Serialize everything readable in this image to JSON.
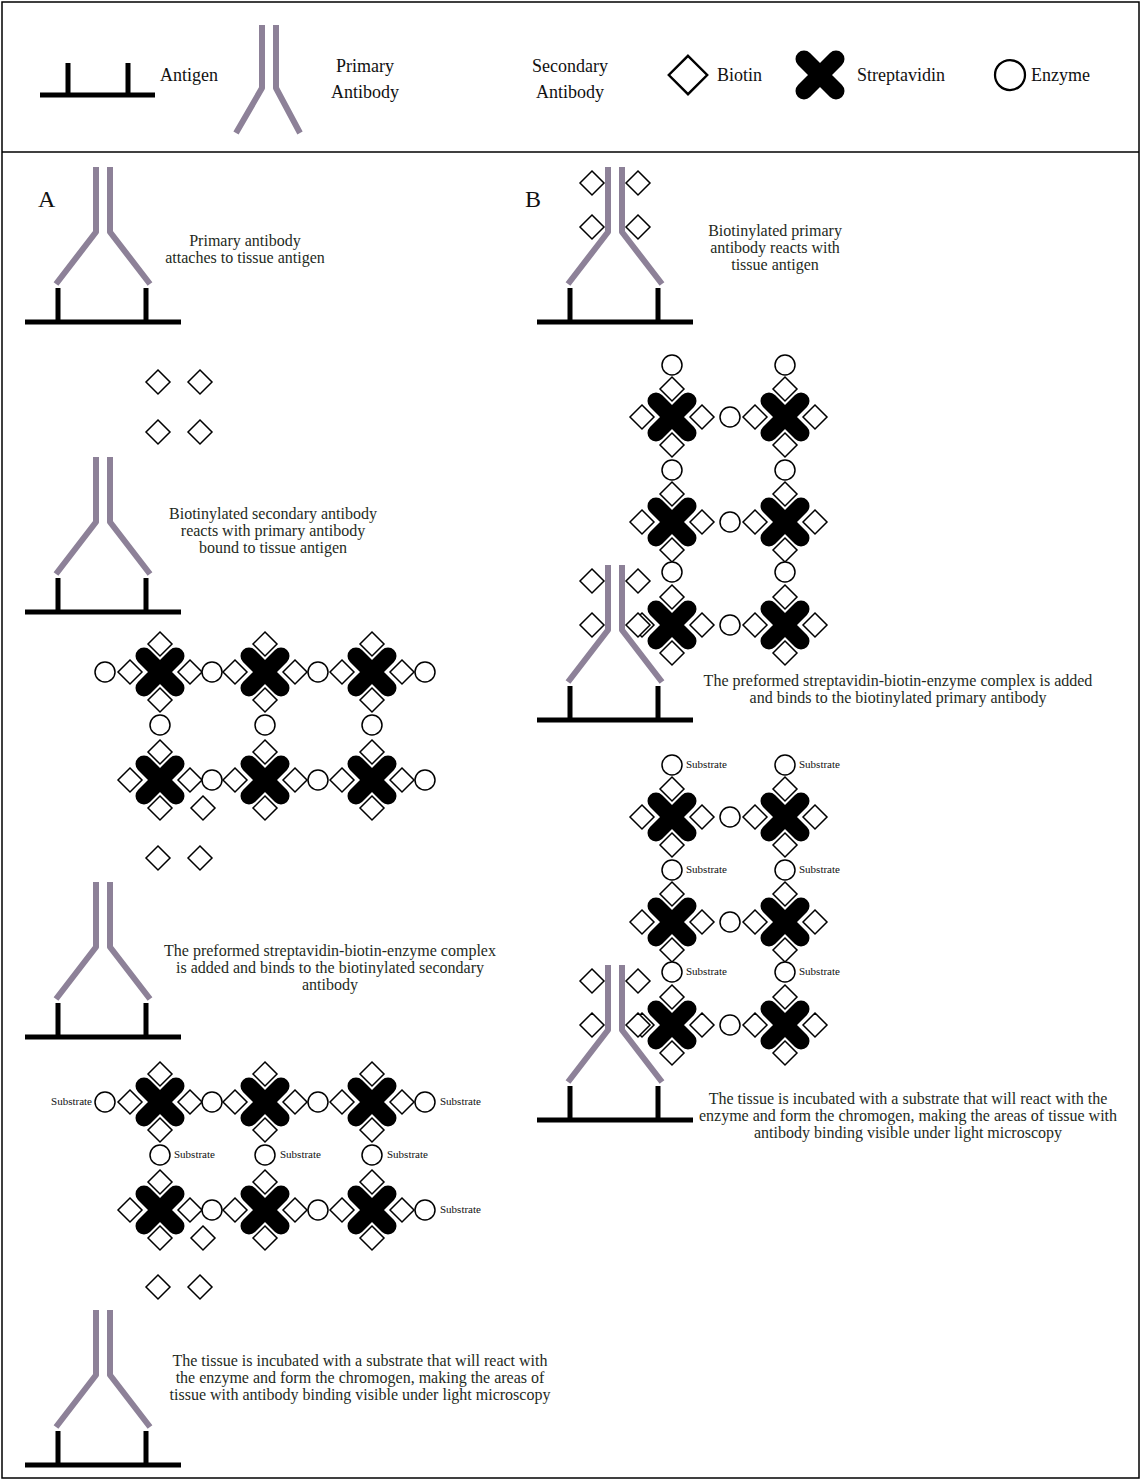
{
  "diagram": {
    "labels": [
      "A",
      "Primary antibody attaches to tissue antigen",
      "Biotinylated secondary antibody reacts with primary antibody bound to tissue antigen",
      "The preformed streptavidin-biotin-enzyme complex is added and binds to the biotinylated secondary antibody",
      "The tissue is incubated with a substrate that will react with the enzyme and form the chromogen, making the areas of tissue with antibody binding visible under light microscopy",
      "Substrate",
      "Substrate",
      "Substrate",
      "Substrate",
      "Substrate",
      "Substrate",
      "B",
      "Biotinylated primary antibody reacts with tissue antigen",
      "The preformed streptavidin-biotin-enzyme complex is added and binds to the biotinylated primary antibody",
      "The tissue is incubated with a substrate that will react with the enzyme and form the chromogen, making the areas of tissue with antibody binding visible under light microscopy",
      "Substrate",
      "Substrate",
      "Substrate",
      "Substrate",
      "Substrate",
      "Substrate"
    ],
    "legend": [
      {
        "text": "Antigen"
      },
      {
        "text": "Primary Antibody"
      },
      {
        "text": "Secondary Antibody"
      },
      {
        "text": "Biotin"
      },
      {
        "text": "Streptavidin"
      },
      {
        "text": "Enzyme"
      }
    ]
  }
}
